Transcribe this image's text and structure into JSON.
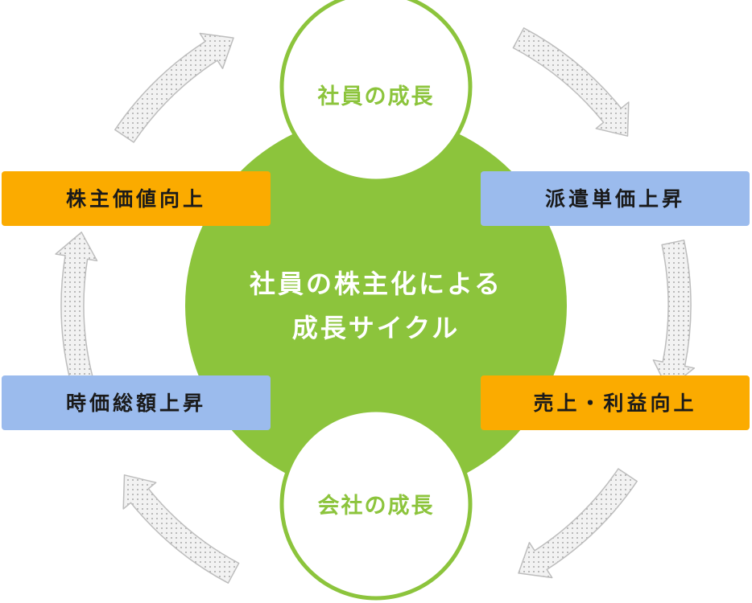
{
  "colors": {
    "center_fill": "#8cc43c",
    "bubble_fill": "#ffffff",
    "bubble_stroke": "#8cc43c",
    "bubble_text": "#8cc43c",
    "orange_box": "#fbab00",
    "blue_box": "#9bbbed",
    "box_text": "#1a1a1a",
    "arrow_outline": "#bdbdbd",
    "arrow_fill": "#f2f2f2",
    "arrow_dots": "#a8a8a8"
  },
  "center": {
    "line1": "社員の株主化による",
    "line2": "成長サイクル"
  },
  "bubbles": {
    "top": "社員の成長",
    "bottom": "会社の成長"
  },
  "boxes": {
    "top_left": "株主価値向上",
    "top_right": "派遣単価上昇",
    "bottom_left": "時価総額上昇",
    "bottom_right": "売上・利益向上"
  },
  "arrows": [
    {
      "from": "社員の成長",
      "to": "派遣単価上昇",
      "icon": "curved-arrow-icon"
    },
    {
      "from": "派遣単価上昇",
      "to": "売上・利益向上",
      "icon": "curved-arrow-icon"
    },
    {
      "from": "売上・利益向上",
      "to": "会社の成長",
      "icon": "curved-arrow-icon"
    },
    {
      "from": "会社の成長",
      "to": "時価総額上昇",
      "icon": "curved-arrow-icon"
    },
    {
      "from": "時価総額上昇",
      "to": "株主価値向上",
      "icon": "curved-arrow-icon"
    },
    {
      "from": "株主価値向上",
      "to": "社員の成長",
      "icon": "curved-arrow-icon"
    }
  ]
}
